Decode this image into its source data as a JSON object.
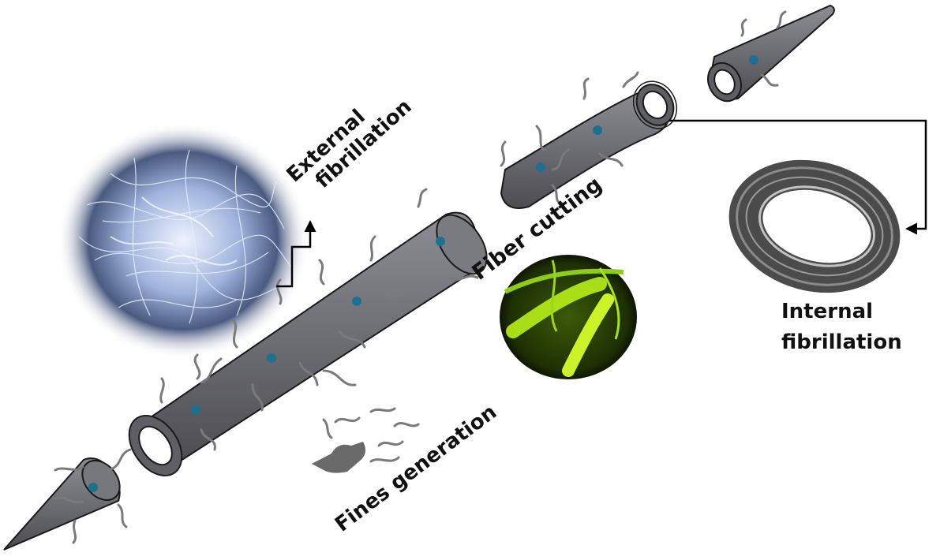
{
  "labels": {
    "external": [
      "External",
      "fibrillation"
    ],
    "internal": [
      "Internal",
      "fibrillation"
    ],
    "fiber_cutting": "Fiber cutting",
    "fines_generation": "Fines generation"
  },
  "colors": {
    "fiber_fill": "#6e6e74",
    "fiber_dark": "#4c4c52",
    "fiber_light": "#8d8d94",
    "pit_dot": "#1f6f8e",
    "fibril": "#7a7a7a",
    "fines": "#6a6a6a",
    "sem_blue": "#c6d6f2",
    "fluorescence_green": "#b8ef1a"
  }
}
